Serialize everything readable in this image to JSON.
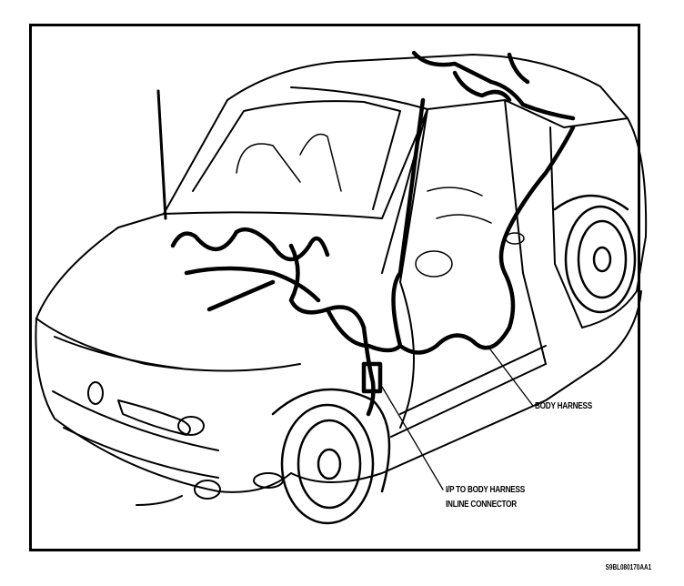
{
  "figure": {
    "labels": {
      "body_harness": "BODY HARNESS",
      "ip_connector_line1": "I/P TO BODY HARNESS",
      "ip_connector_line2": "INLINE CONNECTOR"
    },
    "figure_id": "S9BL080170AA1"
  }
}
